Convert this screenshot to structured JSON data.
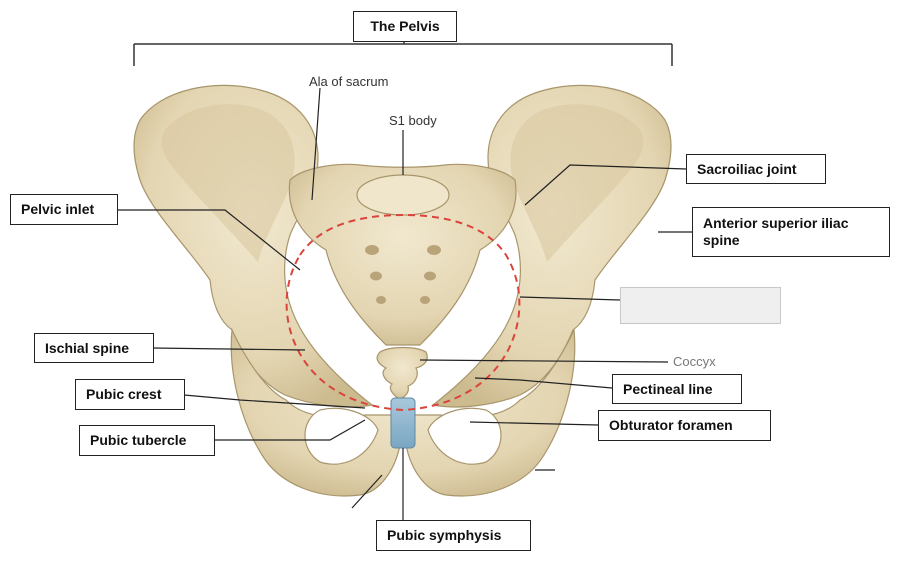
{
  "title": "The Pelvis",
  "labels": {
    "ala_of_sacrum": "Ala of sacrum",
    "s1_body": "S1 body",
    "sacroiliac_joint": "Sacroiliac joint",
    "pelvic_inlet": "Pelvic inlet",
    "asis": "Anterior superior iliac spine",
    "ischial_spine": "Ischial spine",
    "coccyx": "Coccyx",
    "pectineal_line": "Pectineal line",
    "pubic_crest": "Pubic crest",
    "obturator_foramen": "Obturator  foramen",
    "pubic_tubercle": "Pubic tubercle",
    "pubic_symphysis": "Pubic symphysis"
  },
  "colors": {
    "bone": "#e8dcbc",
    "bone_shadow": "#c9b88f",
    "bone_outline": "#a8956b",
    "inlet_dash": "#d9443b",
    "symphysis": "#8fb6cf",
    "leader": "#222222"
  }
}
